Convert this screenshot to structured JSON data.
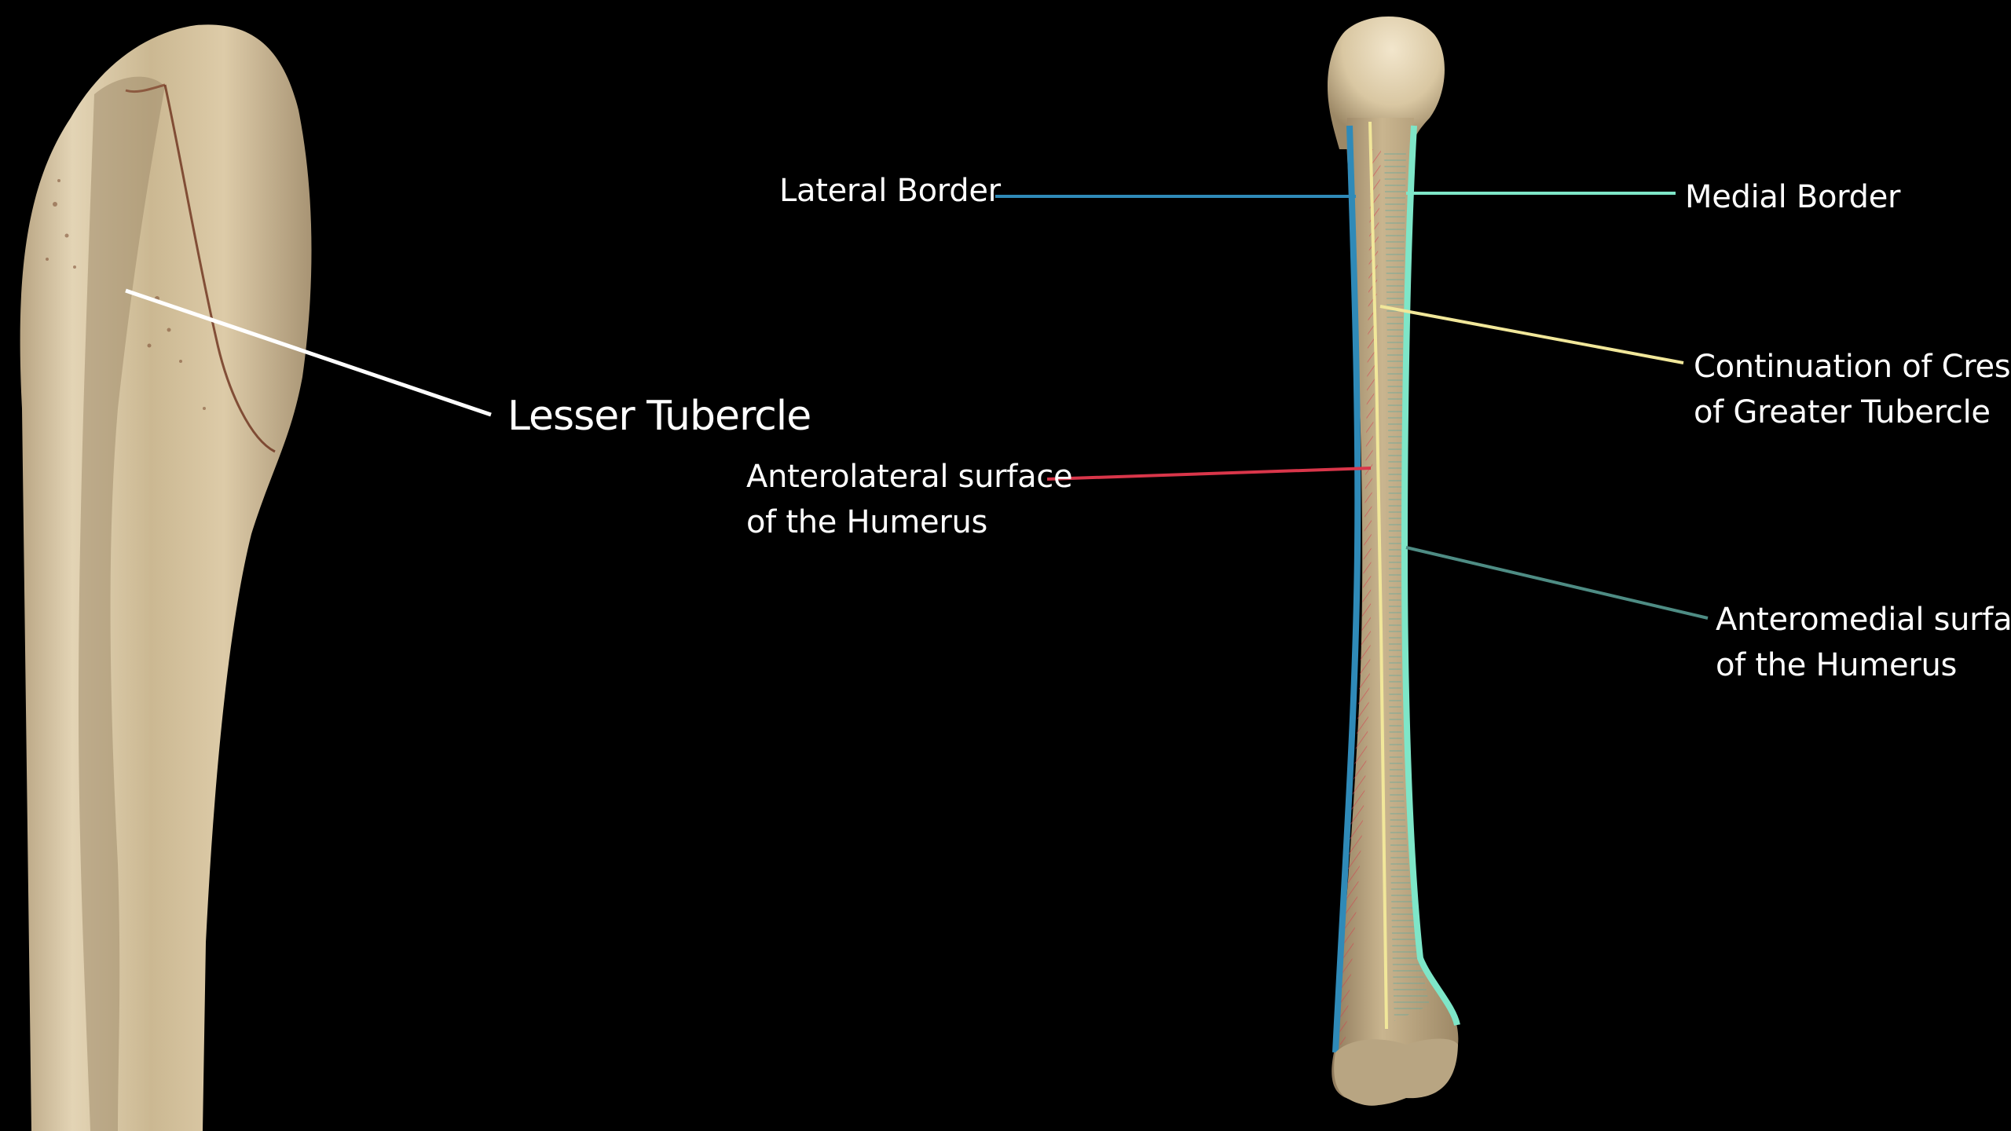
{
  "labels": {
    "lesser_tubercle": "Lesser Tubercle",
    "lateral_border": "Lateral Border",
    "medial_border": "Medial Border",
    "crest_line1": "Continuation of Crest",
    "crest_line2": "of Greater Tubercle",
    "anterolateral_line1": "Anterolateral surface",
    "anterolateral_line2": "of the Humerus",
    "anteromedial_line1": "Anteromedial surface",
    "anteromedial_line2": "of the Humerus"
  },
  "colors": {
    "background": "#000000",
    "bone": "#d9c8a4",
    "lesser_tubercle_line": "#ffffff",
    "lateral_border": "#2f8ab8",
    "medial_border": "#7ee6c8",
    "crest": "#f1e79a",
    "anterolateral": "#d9364a",
    "anteromedial": "#4e8c84"
  }
}
